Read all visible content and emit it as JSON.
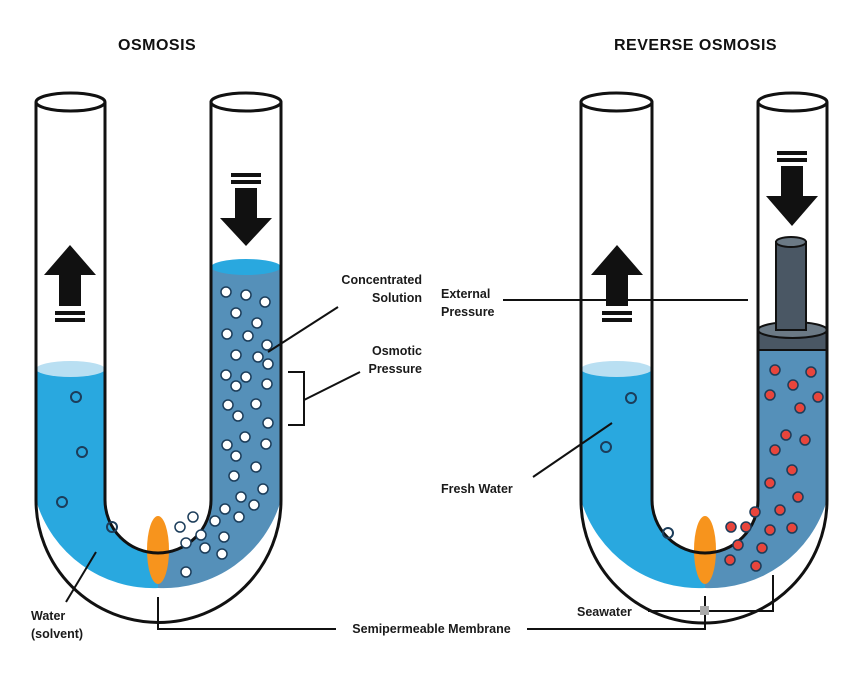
{
  "diagram": {
    "osmosis": {
      "title": "OSMOSIS",
      "labels": {
        "concentrated_solution": [
          "Concentrated",
          "Solution"
        ],
        "osmotic_pressure": [
          "Osmotic",
          "Pressure"
        ],
        "water_solvent": [
          "Water",
          "(solvent)"
        ]
      }
    },
    "reverse_osmosis": {
      "title": "REVERSE OSMOSIS",
      "labels": {
        "external_pressure": [
          "External",
          "Pressure"
        ],
        "fresh_water": "Fresh Water",
        "seawater": "Seawater"
      }
    },
    "shared": {
      "semipermeable_membrane": "Semipermeable Membrane"
    },
    "colors": {
      "fresh_water": "#29a8df",
      "fresh_water_surface": "#b9dff2",
      "solution": "#5590b9",
      "solution_surface": "#29a8df",
      "membrane": "#f7941d",
      "salt_particle": "#e8453c",
      "solute_particle": "#ffffff",
      "piston": "#4a5764",
      "outline": "#111111"
    }
  }
}
